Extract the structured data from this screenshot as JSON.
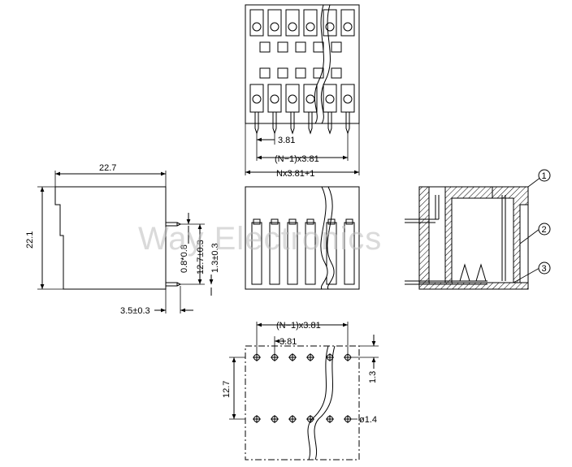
{
  "side_view": {
    "width_label": "22.7",
    "height_label": "22.1",
    "pin_label": "0.8*0.8",
    "pitch_label": "12.7±0.3",
    "offset_label": "1.3±0.3",
    "tail_label": "3.5±0.3"
  },
  "top_view": {
    "pitch_label": "3.81",
    "span_label": "(N−1)x3.81",
    "total_label": "Nx3.81+1"
  },
  "footprint": {
    "span_label": "(N−1)x3.81",
    "pitch_label": "3.81",
    "row_spacing_label": "12.7",
    "offset_label": "1.3",
    "hole_label": "ø1.4"
  },
  "callouts": [
    "1",
    "2",
    "3"
  ],
  "watermark": "Way Electronics"
}
